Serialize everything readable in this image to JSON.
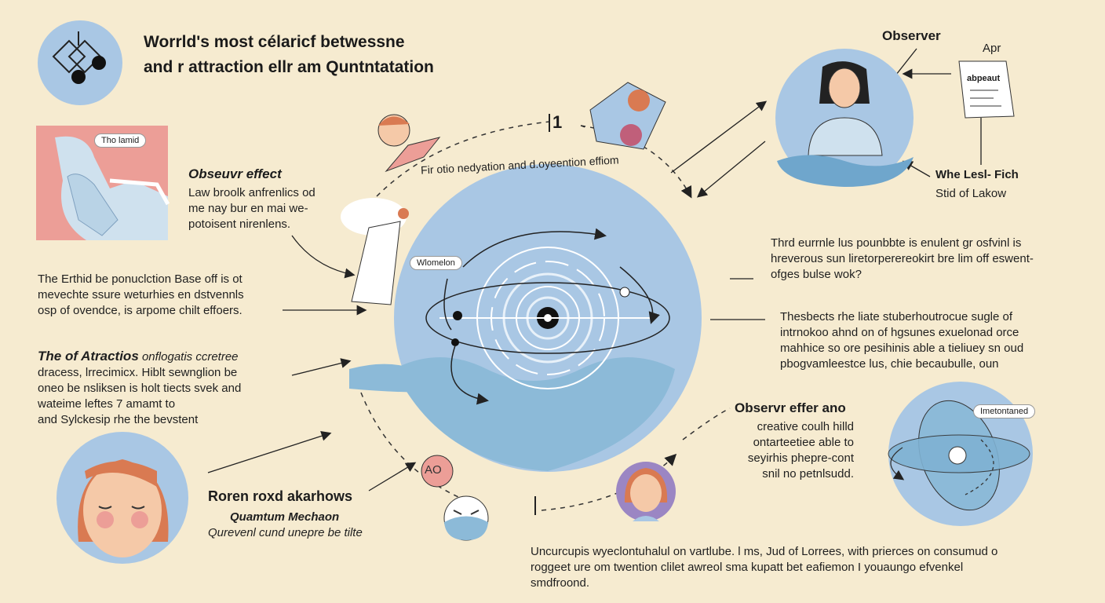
{
  "title": {
    "line1": "Worrld's most célaricf betwessne",
    "line2": "and r attraction ellr am Quntntatation"
  },
  "observer": {
    "label": "Observer",
    "doc_tag": "Apr",
    "doc_text": "abpeaut",
    "caption1": "Whe Lesl- Fich",
    "caption2": "Stid of Lakow"
  },
  "center": {
    "arc_text": "Fir otio nedyation and d.oyeention effiom",
    "top_number": "1",
    "bubble": "Wlomelon"
  },
  "left": {
    "photo_bubble": "Tho lamid",
    "effect_heading": "Obseuvr effect",
    "effect_lines": [
      "Law broolk anfrenlics od",
      "me nay bur en mai we-",
      "potoisent nirenlens."
    ],
    "para1": [
      "The  Erthid be ponuclction Base off is ot",
      "mevechte ssure weturhies en dstvennls",
      "osp of ovendce, is arpome chilt effoers."
    ],
    "attr_heading": "The of Atractios",
    "attr_rest": "onflogatis ccretree",
    "para2": [
      "dracess, lrrecimicx. Hiblt sewnglion be",
      "oneo be nsliksen is holt tiects svek and",
      "wateime leftes 7 amamt to",
      "and Sylckesip rhe the bevstent"
    ]
  },
  "bottom_left": {
    "heading": "Roren roxd akarhows",
    "sub": "Quamtum Mechaon",
    "caption": "Qurevenl cund unepre be tilte"
  },
  "right": {
    "para1": [
      "Thrd eurrnle lus pounbbte is enulent gr osfvinl is",
      "hreverous sun liretorperereokirt bre lim off eswent-",
      "ofges bulse wok?"
    ],
    "para2": [
      "Thesbects rhe liate stuberhoutrocue sugle of",
      "intrnokoo ahnd on of hgsunes exuelonad orce",
      "mahhice so ore pesihinis able a tieliuey sn oud",
      "pbogvamleestce lus, chie becaubulle, oun"
    ],
    "effect_heading": "Observr effer ano",
    "effect_lines": [
      "creative coulh hilld",
      "ontarteetiee able to",
      "seyirhis phepre-cont",
      "snil no petnlsudd."
    ],
    "globe_bubble": "Imetontaned"
  },
  "bottom": {
    "badge": "AO",
    "lines": [
      "Uncurcupis wyeclontuhalul on vartlube. l ms, Jud of Lorrees, with prierces on consumud o",
      "roggeet ure om twention clilet awreol sma kupatt bet eafiemon I youaungo efvenkel",
      "smdfroond."
    ]
  },
  "colors": {
    "background": "#f6ebd0",
    "circle_blue": "#a9c7e4",
    "water": "#8cbad8",
    "skin": "#f5c9a8",
    "hair": "#d97a52",
    "pink": "#ec9e97"
  }
}
